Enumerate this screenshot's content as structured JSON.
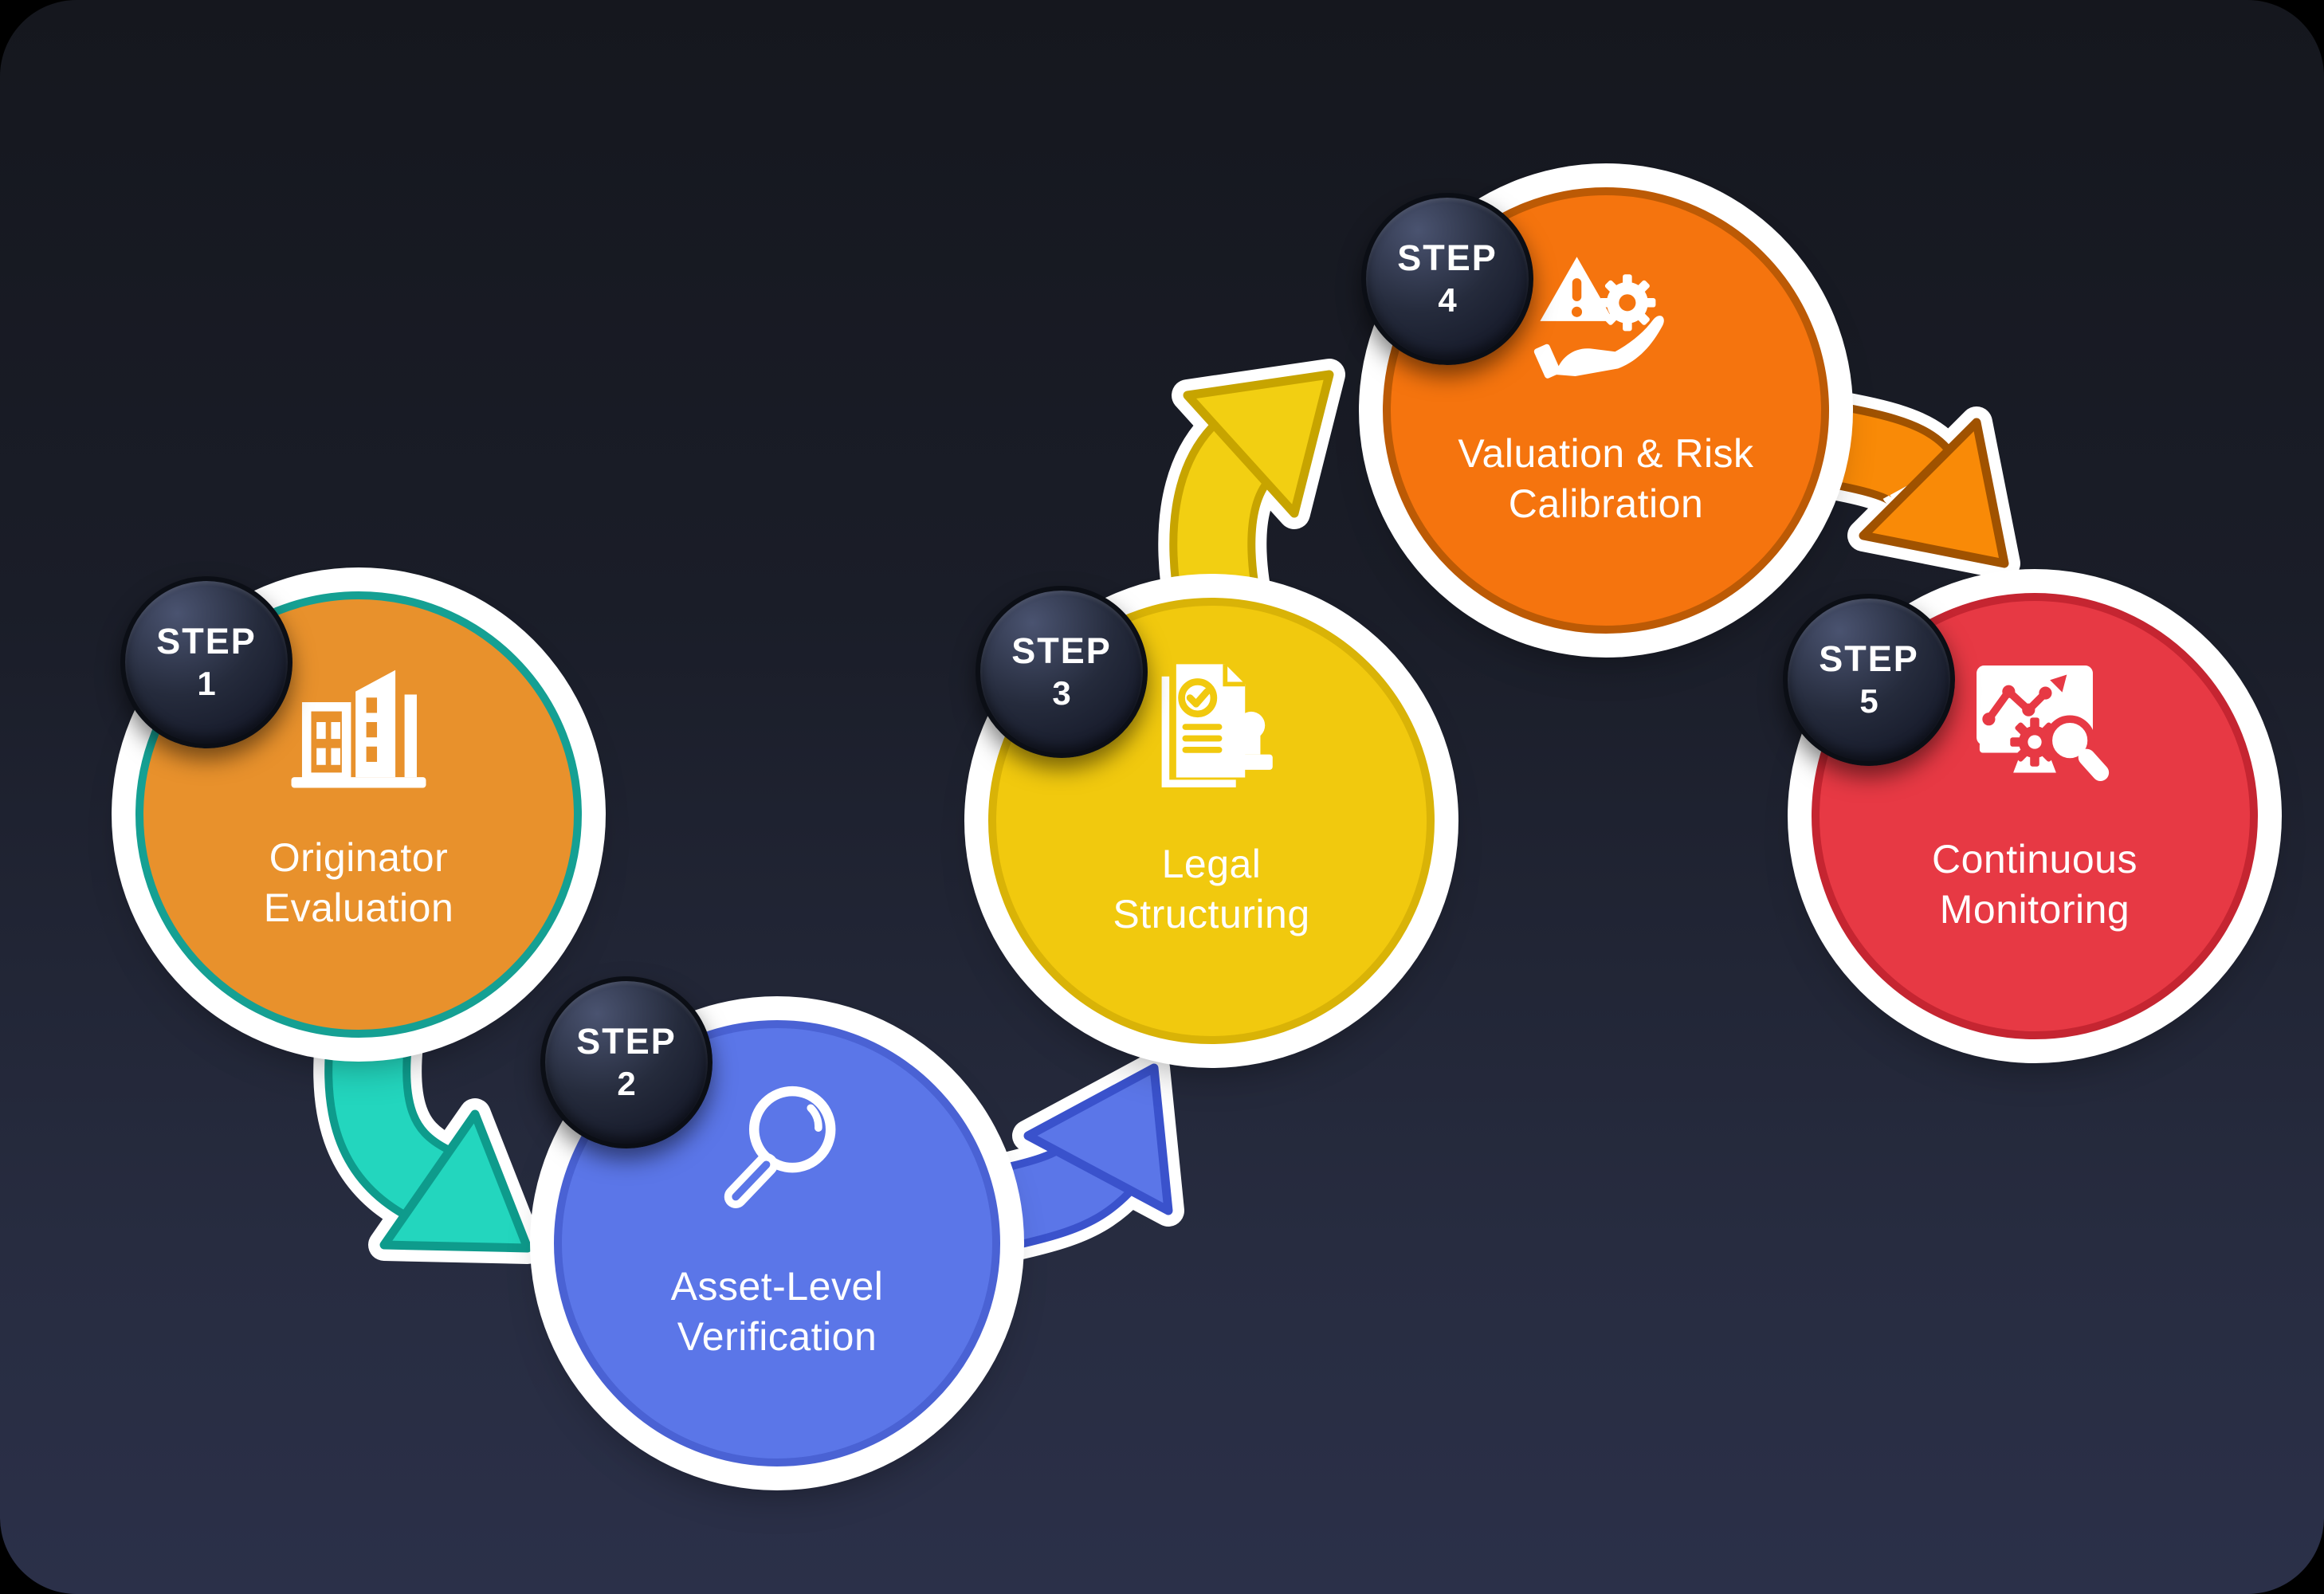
{
  "canvas": {
    "corner_color": "#000000",
    "card_bg_top": "#15171E",
    "card_bg_bottom": "#2B3049"
  },
  "steps": [
    {
      "badge_label": "STEP",
      "badge_number": "1",
      "line1": "Originator",
      "line2": "Evaluation",
      "icon": "building-icon",
      "colors": {
        "fill": "#E8912C",
        "ring": "#15A093"
      }
    },
    {
      "badge_label": "STEP",
      "badge_number": "2",
      "line1": "Asset-Level",
      "line2": "Verification",
      "icon": "magnifier-icon",
      "colors": {
        "fill": "#5B76E8",
        "ring": "#4A62D4"
      }
    },
    {
      "badge_label": "STEP",
      "badge_number": "3",
      "line1": "Legal",
      "line2": "Structuring",
      "icon": "contract-stamp-icon",
      "colors": {
        "fill": "#F1C90E",
        "ring": "#D9B307"
      }
    },
    {
      "badge_label": "STEP",
      "badge_number": "4",
      "line1": "Valuation & Risk",
      "line2": "Calibration",
      "icon": "risk-gear-hand-icon",
      "colors": {
        "fill": "#F5740E",
        "ring": "#BC5A05"
      }
    },
    {
      "badge_label": "STEP",
      "badge_number": "5",
      "line1": "Continuous",
      "line2": "Monitoring",
      "icon": "monitoring-icon",
      "colors": {
        "fill": "#E73944",
        "ring": "#C52531"
      }
    }
  ],
  "arrows": [
    {
      "from": "STEP 1",
      "to": "STEP 2",
      "fill": "#23D6BE",
      "stroke": "#0E9B8C"
    },
    {
      "from": "STEP 2",
      "to": "STEP 3",
      "fill": "#5B76E8",
      "stroke": "#3A52CC"
    },
    {
      "from": "STEP 3",
      "to": "STEP 4",
      "fill": "#F2CF12",
      "stroke": "#C7A400"
    },
    {
      "from": "STEP 4",
      "to": "STEP 5",
      "fill": "#F98A07",
      "stroke": "#A05200"
    }
  ]
}
